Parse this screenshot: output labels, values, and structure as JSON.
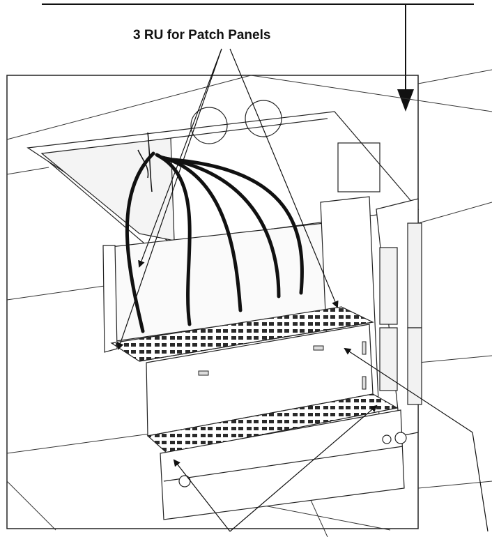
{
  "labels": {
    "top_callout": "3 RU for Patch Panels"
  },
  "colors": {
    "line": "#1a1a1a",
    "cable": "#111111",
    "background": "#ffffff",
    "panel_fill": "#f6f6f6",
    "port_fill": "#2a2a2a"
  },
  "illustration": {
    "subject": "rack-cabinet-patch-panel-cable-tray",
    "cable_count": 5,
    "patch_panel_rows": 2
  }
}
